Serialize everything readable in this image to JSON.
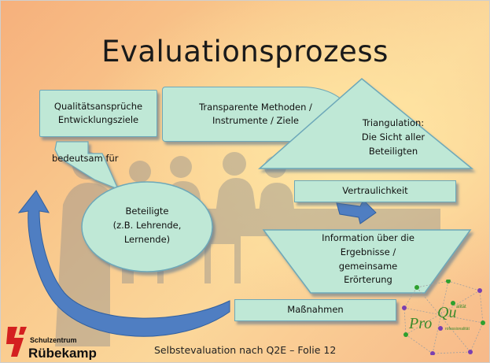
{
  "slide": {
    "title": "Evaluationsprozess",
    "footer": "Selbstevaluation  nach Q2E – Folie 12"
  },
  "boxes": {
    "qualitaet": {
      "line1": "Qualitätsansprüche",
      "line2": "Entwicklungsziele"
    },
    "methoden": {
      "line1": "Transparente Methoden /",
      "line2": "Instrumente / Ziele"
    },
    "triangulation": {
      "line1": "Triangulation:",
      "line2": "Die Sicht aller",
      "line3": "Beteiligten"
    },
    "vertraulichkeit": "Vertraulichkeit",
    "information": {
      "line1": "Information über die",
      "line2": "Ergebnisse /",
      "line3": "gemeinsame",
      "line4": "Erörterung"
    },
    "beteiligte": {
      "line1": "Beteiligte",
      "line2": "(z.B. Lehrende,",
      "line3": "Lernende)"
    },
    "massnahmen": "Maßnahmen"
  },
  "labels": {
    "bedeutsam": "bedeutsam für"
  },
  "logos": {
    "school_small": "Schulzentrum",
    "school_big": "Rübekamp",
    "proquo_pro": "Pro",
    "proquo_q": "Qu",
    "proquo_top": "alität",
    "proquo_bottom": "rofessionalität"
  },
  "colors": {
    "shape_fill": "#bfe8d6",
    "shape_border": "#6da8b9",
    "arrow_fill": "#4f7ec2",
    "logo_red": "#d42020",
    "logo_green": "#3b8a2b"
  }
}
